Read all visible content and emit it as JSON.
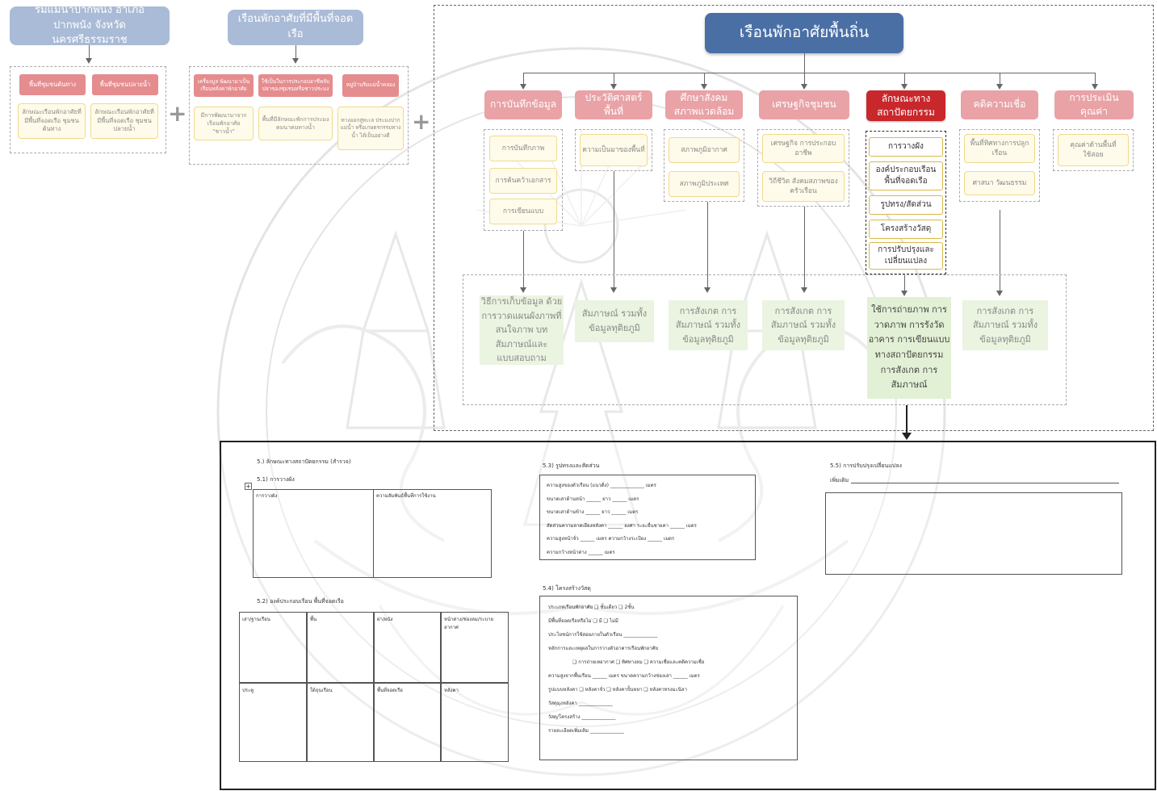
{
  "top_left": {
    "location_title": "ริมแม่น้ำปากพนัง อำเภอปากพนัง จังหวัดนครศรีธรรมราช",
    "area_left": "พื้นที่ชุมชนต้นทาง",
    "area_right": "พื้นที่ชุมชนปลายน้ำ",
    "char_left": "ลักษณะเรือนพักอาศัยที่มีพื้นที่จอดเรือ ชุมชนต้นทาง",
    "char_right": "ลักษณะเรือนพักอาศัยที่มีพื้นที่จอดเรือ ชุมชนปลายน้ำ"
  },
  "top_middle": {
    "title": "เรือนพักอาศัยที่มีพื้นที่จอดเรือ",
    "red_boxes": [
      "เครื่องมูล พัฒนามาเป็น เรือนหลังคาพักอาศัย",
      "ใช้เป็นในการประกอบอาชีพจับปลาของชุมชนหรือชาวประมง",
      "หมู่บ้านริมแม่น้ำคลอง"
    ],
    "yellow_boxes": [
      "มีการพัฒนามาจากเรือนพักอาศัย \"ชาวน้ำ\"",
      "พื้นที่มีลักษณะพักการประมง คมนาคมทางน้ำ",
      "ทางออกสู่ทะเล ประมงปากแม่น้ำ หรือเกษตรกรรมทางน้ำ ได้เป็นอย่างดี"
    ]
  },
  "main_title": "เรือนพักอาศัยพื้นถิ่น",
  "categories": [
    {
      "label": "การบันทึกข้อมูล",
      "items": [
        "การบันทึกภาพ",
        "การค้นคว้าเอกสาร",
        "การเขียนแบบ"
      ]
    },
    {
      "label": "ประวัติศาสตร์ พื้นที่",
      "items": [
        "ความเป็นมาของพื้นที่"
      ]
    },
    {
      "label": "ศึกษาสังคม สภาพแวดล้อม",
      "items": [
        "สภาพภูมิอากาศ",
        "สภาพภูมิประเทศ"
      ]
    },
    {
      "label": "เศรษฐกิจชุมชน",
      "items": [
        "เศรษฐกิจ การประกอบอาชีพ",
        "วิถีชีวิต สังคมสภาพของครัวเรือน"
      ]
    },
    {
      "label": "ลักษณะทาง สถาปัตยกรรม",
      "items": [
        "การวางผัง",
        "องค์ประกอบเรือน พื้นที่จอดเรือ",
        "รูปทรง/สัดส่วน",
        "โครงสร้างวัสดุ",
        "การปรับปรุงและเปลี่ยนแปลง"
      ]
    },
    {
      "label": "คติความเชื่อ",
      "items": [
        "พื้นที่ทิศทางการปลูกเรือน",
        "ศาสนา วัฒนธรรม"
      ]
    },
    {
      "label": "การประเมินคุณค่า",
      "items": [
        "คุณค่าด้านพื้นที่ใช้สอย"
      ]
    }
  ],
  "methods": [
    "วิธีการเก็บข้อมูล ด้วยการวาดแผนผังภาพที่สนใจภาพ บท สัมภาษณ์และแบบสอบถาม",
    "สัมภาษณ์ รวมทั้งข้อมูลทุติยภูมิ",
    "การสังเกต การสัมภาษณ์ รวมทั้งข้อมูลทุติยภูมิ",
    "การสังเกต การสัมภาษณ์ รวมทั้งข้อมูลทุติยภูมิ",
    "ใช้การถ่ายภาพ การวาดภาพ การรังวัดอาคาร การเขียนแบบทางสถาปัตยกรรม การสังเกต การสัมภาษณ์",
    "การสังเกต การสัมภาษณ์ รวมทั้งข้อมูลทุติยภูมิ"
  ],
  "form": {
    "sec5": "5.) ลักษณะทางสถาปัตยกรรม (สำรวจ)",
    "sec51": "5.1) การวางผัง",
    "t51_h1": "การวางผัง",
    "t51_h2": "ความสัมพันธ์พื้นที่การใช้งาน",
    "sec52": "5.2) องค์ประกอบเรือน พื้นที่จอดเรือ",
    "t52_cells": [
      "เสา/ฐานเรือน",
      "พื้น",
      "ฝา/ผนัง",
      "หน้าต่าง/ช่องลม/ระบายอากาศ",
      "ประตู",
      "ใต้ถุนเรือน",
      "พื้นที่จอดเรือ",
      "หลังคา"
    ],
    "sec53": "5.3) รูปทรงและสัดส่วน",
    "t53_lines": [
      "ความสูงของตัวเรือน (แนวดิ่ง) ______________ เมตร",
      "ขนาดเสาด้านหน้า ______ ยาว ______ เมตร",
      "ขนาดเสาด้านข้าง ______ ยาว ______ เมตร",
      "สัดส่วนความลาดเอียงหลังคา ______ องศา ระยะยื่นชายคา ______ เมตร",
      "ความสูงหน้าจั่ว ______ เมตร ความกว้างระเบียง ______ เมตร",
      "ความกว้างหน้าต่าง ______ เมตร"
    ],
    "sec54": "5.4) โครงสร้างวัสดุ",
    "t54_lines": [
      "ประเภทเรือนพักอาศัย   ❑ ชั้นเดียว ❑ 2ชั้น",
      "มีพื้นที่จอดเรือหรือไม่   ❑ มี  ❑ ไม่มี",
      "ประโยชน์การใช้สอยภายในตัวเรือน ______________",
      "หลักการและเหตุผลในการวางตัวอาคารเรือนพักอาศัย",
      "❑ การถ่ายเทอากาศ  ❑ ทิศทางลม  ❑ ความเชื่อและคติความเชื่อ",
      "ความสูงจากพื้นเรือน ______ เมตร  ขนาดความกว้างช่องเสา ______ เมตร",
      "รูปแบบหลังคา ❑ หลังคาจั่ว ❑ หลังคาปั้นหยา ❑ หลังคาทรงมะนิลา",
      "วัสดุมุงหลังคา ______________",
      "วัสดุ/โครงสร้าง ______________",
      "รายละเอียดเพิ่มเติม ______________"
    ],
    "sec55": "5.5) การปรับปรุงเปลี่ยนแปลง",
    "sec55_sub": "เพิ่มเติม"
  },
  "colors": {
    "main": "#4a6fa5",
    "pink": "#e9a2a6",
    "red": "#c8282b",
    "blue_light": "#a9bbd6"
  }
}
